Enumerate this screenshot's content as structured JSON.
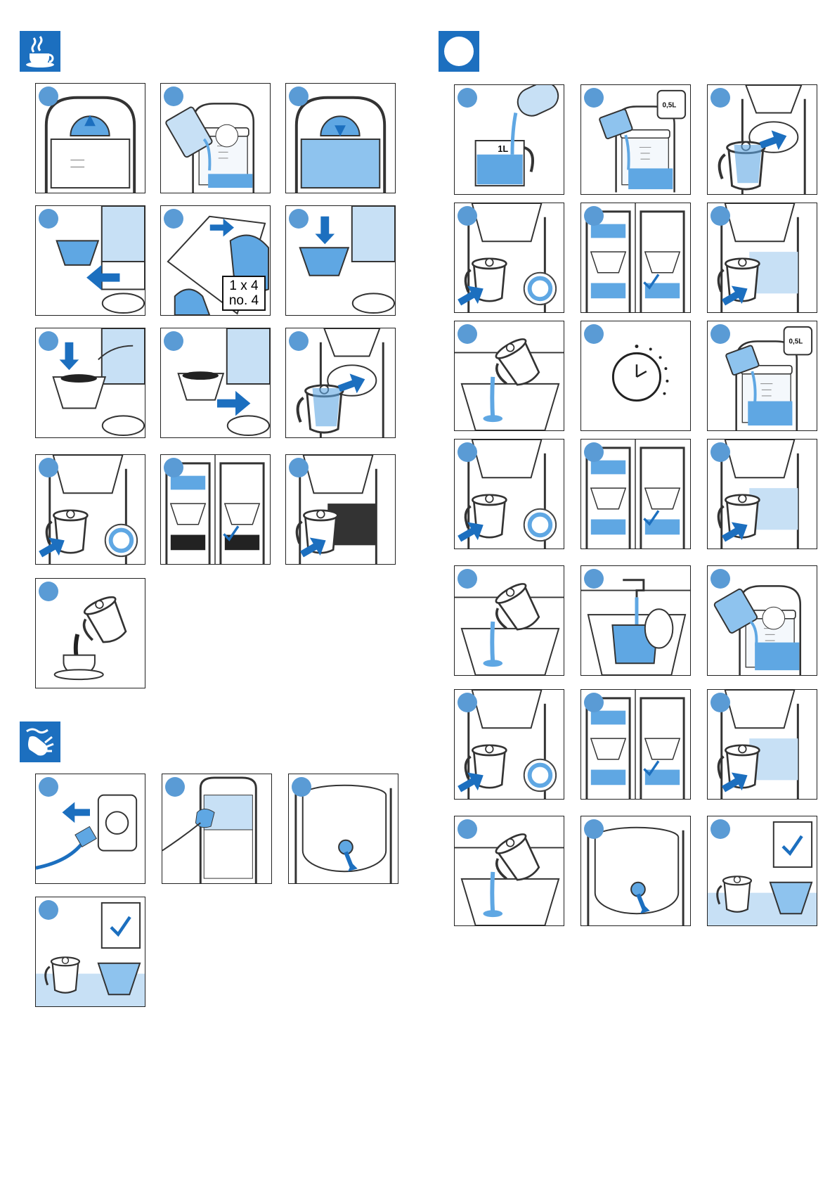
{
  "sections": {
    "brewing": {
      "icon": "coffee-cup-icon"
    },
    "cleaning": {
      "icon": "hand-wipe-icon"
    },
    "descaling": {
      "icon": "circle-badge-icon"
    }
  },
  "labels": {
    "filter_size_line1": "1 x 4",
    "filter_size_line2": "no. 4",
    "carafe_volume": "1L",
    "jug_volume": "0,5L"
  },
  "colors": {
    "accent_blue": "#1c6fbf",
    "step_marker": "#5a9bd5",
    "water": "#5fa7e3",
    "outline": "#222222"
  }
}
